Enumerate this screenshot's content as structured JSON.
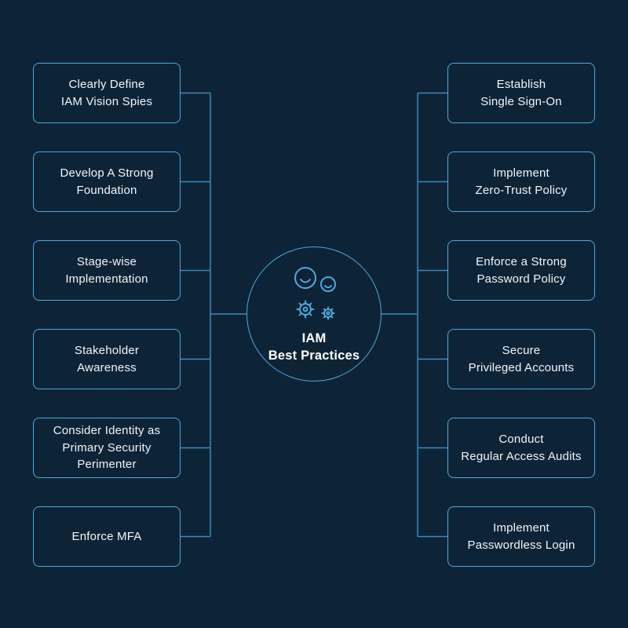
{
  "diagram": {
    "title": "IAM Best Practices",
    "center": {
      "label": "IAM\nBest Practices",
      "icon": "users-gears-icon"
    },
    "left_items": [
      "Clearly Define\nIAM Vision Spies",
      "Develop A Strong\nFoundation",
      "Stage-wise\nImplementation",
      "Stakeholder\nAwareness",
      "Consider Identity as\nPrimary Security\nPerimenter",
      "Enforce MFA"
    ],
    "right_items": [
      "Establish\nSingle Sign-On",
      "Implement\nZero-Trust Policy",
      "Enforce a Strong\nPassword Policy",
      "Secure\nPrivileged Accounts",
      "Conduct\nRegular Access Audits",
      "Implement\nPasswordless Login"
    ],
    "colors": {
      "background": "#0D2436",
      "accent": "#4FA8DF",
      "connector": "#3D88BC",
      "text": "#FFFFFF"
    }
  }
}
